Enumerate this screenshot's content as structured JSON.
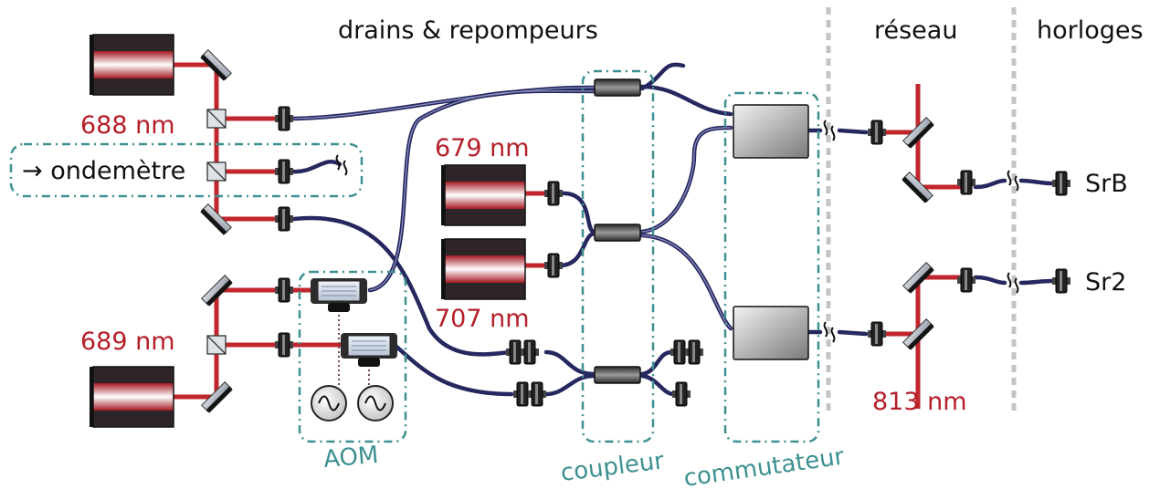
{
  "labels": {
    "drains": "drains & repompeurs",
    "reseau": "réseau",
    "horloges": "horloges",
    "nm688": "688 nm",
    "nm689": "689 nm",
    "nm679": "679 nm",
    "nm707": "707 nm",
    "nm813": "813 nm",
    "ondemetre": "→ ondemètre",
    "srb": "SrB",
    "sr2": "Sr2",
    "aom": "AOM",
    "coupleur": "coupleur",
    "commutateur": "commutateur"
  },
  "colors": {
    "beam": "#c0262b",
    "fiber": "#25275f",
    "box": "#3e9090",
    "text_red": "#b51f2a",
    "separator": "#c4c4c4"
  }
}
